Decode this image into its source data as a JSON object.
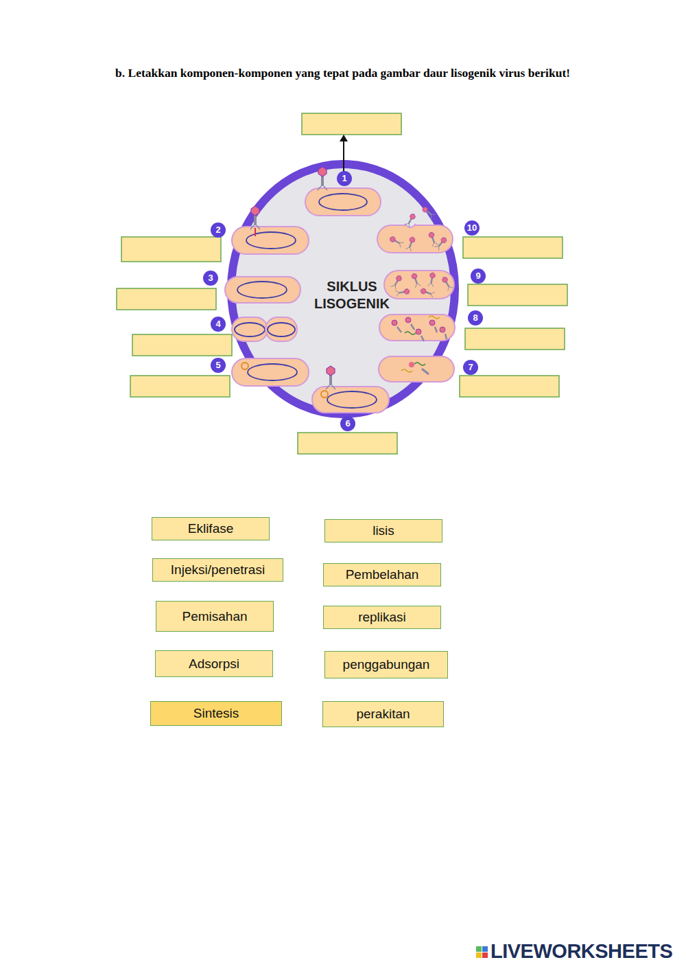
{
  "diagram": {
    "title": "b. Letakkan komponen-komponen yang tepat pada gambar daur lisogenik virus berikut!",
    "nodes": [
      {
        "text": [
          "Eklifase"
        ]
      },
      {
        "text": [
          "lisis"
        ]
      },
      {
        "text": [
          "Injeksi/penetrasi"
        ]
      },
      {
        "text": [
          "Pembelahan"
        ]
      },
      {
        "text": [
          "Pemisahan"
        ]
      },
      {
        "text": [
          "replikasi"
        ]
      },
      {
        "text": [
          "Adsorpsi"
        ]
      },
      {
        "text": [
          "penggabungan"
        ]
      },
      {
        "text": [
          "Sintesis"
        ]
      },
      {
        "text": [
          "perakitan"
        ]
      }
    ],
    "edges": [],
    "labels": [
      "1",
      "2",
      "3",
      "4",
      "5",
      "6",
      "7",
      "8",
      "9",
      "10",
      "SIKLUS LISOGENIK",
      "LIVEWORKSHEETS"
    ]
  }
}
